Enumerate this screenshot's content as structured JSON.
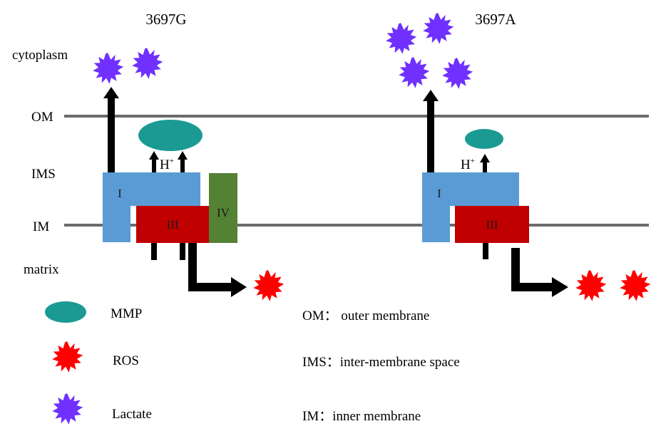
{
  "titles": {
    "left": "3697G",
    "right": "3697A"
  },
  "compartments": {
    "cytoplasm": "cytoplasm",
    "om": "OM",
    "ims": "IMS",
    "im": "IM",
    "matrix": "matrix"
  },
  "complexes": {
    "c1": "I",
    "c3": "III",
    "c4": "IV"
  },
  "proton": {
    "symbol": "H",
    "charge": "+"
  },
  "legend": {
    "mmp": "MMP",
    "ros": "ROS",
    "lactate": "Lactate"
  },
  "definitions": {
    "om": "OM： outer membrane",
    "ims": "IMS：inter-membrane space",
    "im": "IM：inner membrane"
  },
  "colors": {
    "membrane": "#6b6b6b",
    "complex_I": "#5b9bd5",
    "complex_III": "#c00000",
    "complex_IV": "#548235",
    "mmp": "#1a9a93",
    "ros": "#ff0000",
    "lactate": "#7030ff"
  }
}
